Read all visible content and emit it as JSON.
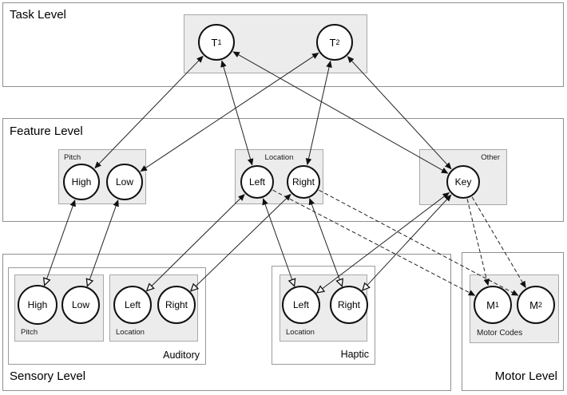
{
  "levels": {
    "task": {
      "label": "Task Level"
    },
    "feature": {
      "label": "Feature Level"
    },
    "sensory": {
      "label": "Sensory Level"
    },
    "motor": {
      "label": "Motor Level"
    }
  },
  "groups": {
    "feature_pitch": {
      "label": "Pitch"
    },
    "feature_location": {
      "label": "Location"
    },
    "feature_other": {
      "label": "Other"
    },
    "auditory": {
      "label": "Auditory"
    },
    "auditory_pitch": {
      "label": "Pitch"
    },
    "auditory_location": {
      "label": "Location"
    },
    "haptic": {
      "label": "Haptic"
    },
    "haptic_location": {
      "label": "Location"
    },
    "motor_codes": {
      "label": "Motor Codes"
    }
  },
  "nodes": {
    "t1": {
      "label": "T",
      "sub": "1"
    },
    "t2": {
      "label": "T",
      "sub": "2"
    },
    "f_high": {
      "label": "High"
    },
    "f_low": {
      "label": "Low"
    },
    "f_left": {
      "label": "Left"
    },
    "f_right": {
      "label": "Right"
    },
    "f_key": {
      "label": "Key"
    },
    "a_high": {
      "label": "High"
    },
    "a_low": {
      "label": "Low"
    },
    "a_left": {
      "label": "Left"
    },
    "a_right": {
      "label": "Right"
    },
    "h_left": {
      "label": "Left"
    },
    "h_right": {
      "label": "Right"
    },
    "m1": {
      "label": "M",
      "sub": "1"
    },
    "m2": {
      "label": "M",
      "sub": "2"
    }
  },
  "edges": [
    {
      "from": "f_high",
      "to": "t1",
      "type": "bidir"
    },
    {
      "from": "f_left",
      "to": "t1",
      "type": "bidir"
    },
    {
      "from": "f_key",
      "to": "t1",
      "type": "bidir"
    },
    {
      "from": "f_low",
      "to": "t2",
      "type": "bidir"
    },
    {
      "from": "f_right",
      "to": "t2",
      "type": "bidir"
    },
    {
      "from": "f_key",
      "to": "t2",
      "type": "bidir"
    },
    {
      "from": "f_high",
      "to": "a_high",
      "type": "sensory"
    },
    {
      "from": "f_low",
      "to": "a_low",
      "type": "sensory"
    },
    {
      "from": "f_left",
      "to": "a_left",
      "type": "sensory"
    },
    {
      "from": "f_right",
      "to": "a_right",
      "type": "sensory"
    },
    {
      "from": "f_left",
      "to": "h_left",
      "type": "sensory"
    },
    {
      "from": "f_right",
      "to": "h_right",
      "type": "sensory"
    },
    {
      "from": "f_key",
      "to": "h_left",
      "type": "sensory"
    },
    {
      "from": "f_key",
      "to": "h_right",
      "type": "sensory"
    },
    {
      "from": "f_left",
      "to": "m1",
      "type": "motor"
    },
    {
      "from": "f_right",
      "to": "m2",
      "type": "motor"
    },
    {
      "from": "f_key",
      "to": "m1",
      "type": "motor"
    },
    {
      "from": "f_key",
      "to": "m2",
      "type": "motor"
    }
  ],
  "colors": {
    "box_fill": "#ececec",
    "box_border": "#a8a8a8",
    "level_border": "#8f8f8f",
    "line": "#222222"
  }
}
